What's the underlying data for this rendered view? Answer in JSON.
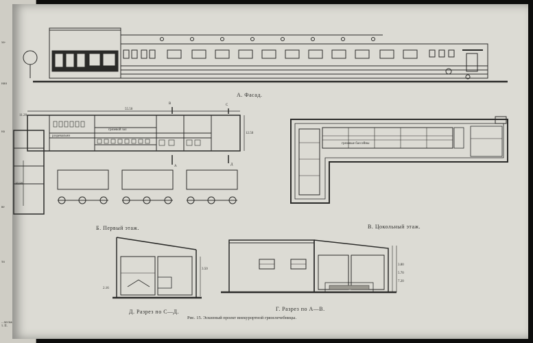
{
  "captions": {
    "facade": "А. Фасад.",
    "first_floor": "Б. Первый этаж.",
    "basement": "В. Цокольный этаж.",
    "section_cd": "Д. Разрез по С—Д.",
    "section_av": "Г. Разрез по А—В.",
    "figure": "Рис. 15. Эскизный проект внекурортной грязелечебницы."
  },
  "left_page": {
    "footer": "...ческая курортология т. II."
  },
  "plan_labels": {
    "total_length": "55.50",
    "width_first": "12.50",
    "width_left": "11.20",
    "col_depth": "10.80",
    "razdevalny": "раздевальни",
    "gryazevoy_zal": "грязевой зал",
    "gryazevye_basseiny": "грязевые бассейны",
    "axis_b": "В",
    "axis_c": "С",
    "axis_a": "А",
    "axis_d": "Д"
  },
  "section_labels": {
    "h_cd": "3.50",
    "h_cd_low": "2.16",
    "h_av_1": "3.80",
    "h_av_2": "5.70",
    "h_av_3": "7.20"
  },
  "colors": {
    "paper": "#dcdbd4",
    "ink": "#2a2a28",
    "background": "#0d0d0c"
  }
}
